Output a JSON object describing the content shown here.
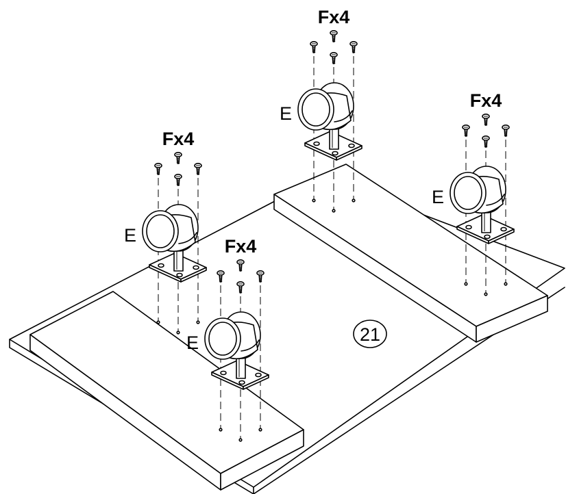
{
  "step_number": "21",
  "casters": [
    {
      "part_label": "E",
      "screw_label": "Fx4"
    },
    {
      "part_label": "E",
      "screw_label": "Fx4"
    },
    {
      "part_label": "E",
      "screw_label": "Fx4"
    },
    {
      "part_label": "E",
      "screw_label": "Fx4"
    }
  ],
  "colors": {
    "line": "#000000",
    "background": "#ffffff"
  },
  "icons": [
    "caster-wheel-icon",
    "mounting-plate-icon",
    "screw-icon"
  ]
}
